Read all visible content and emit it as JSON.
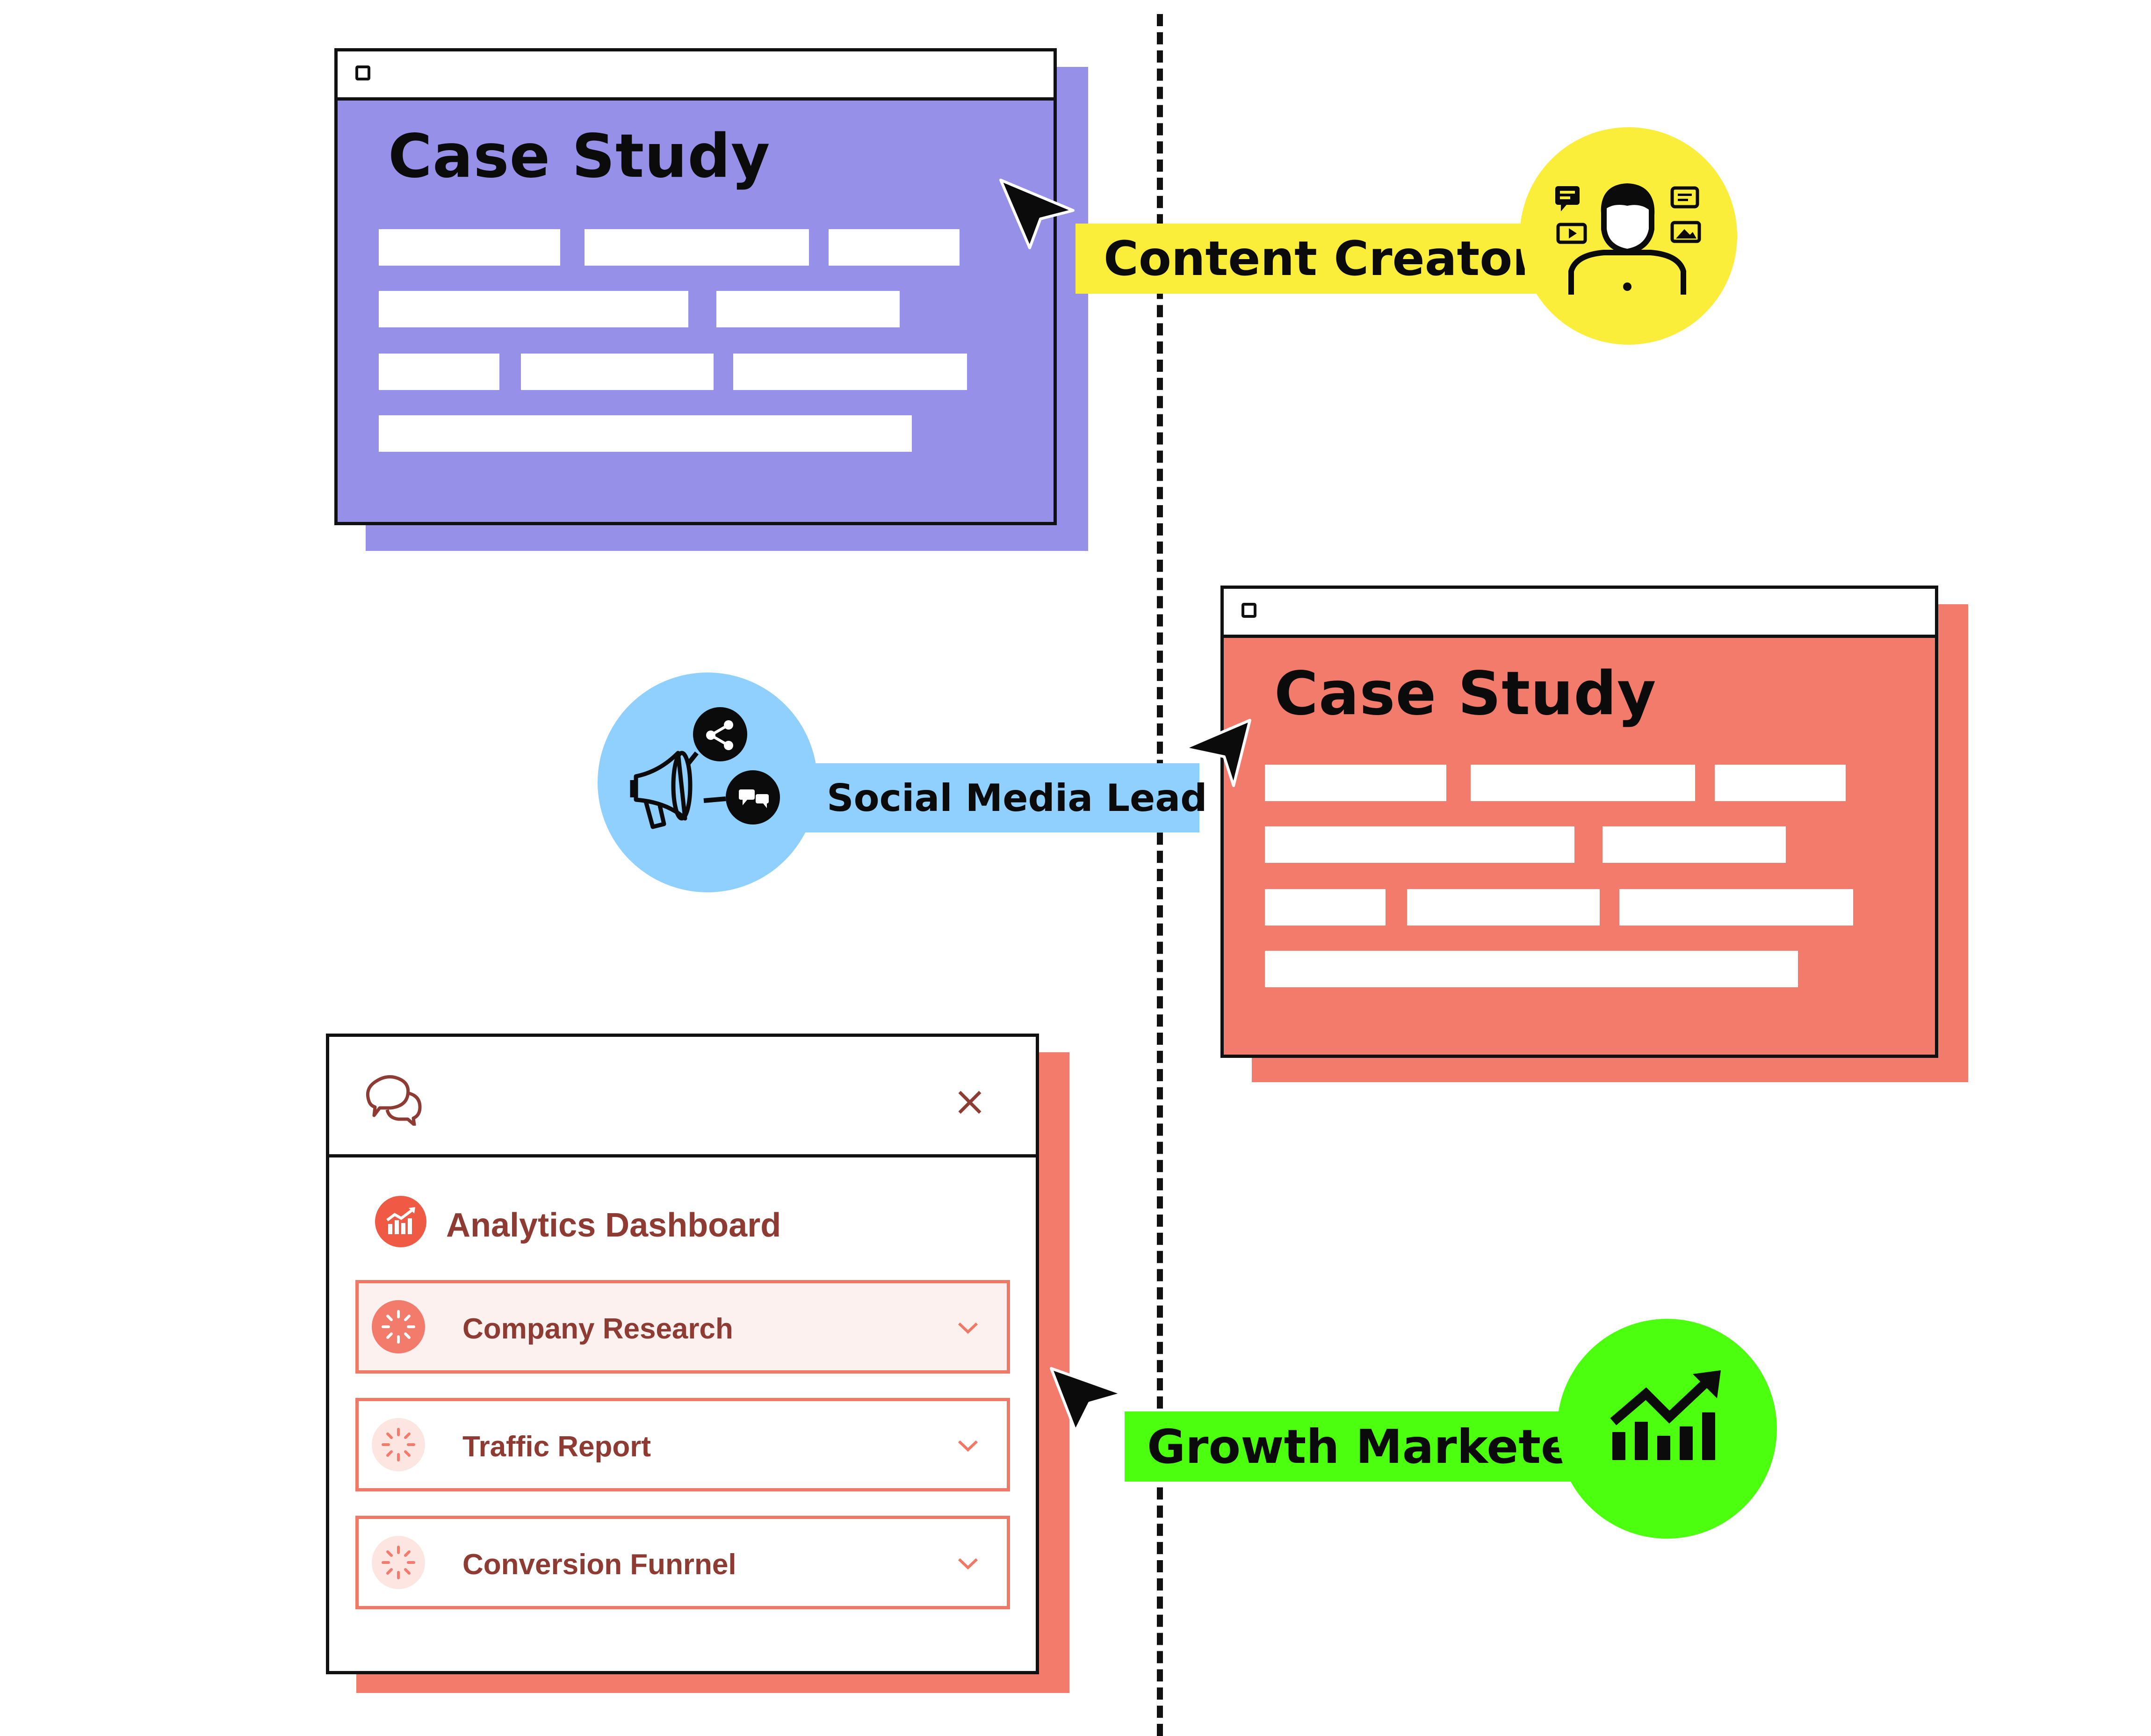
{
  "colors": {
    "purple_card": "#9690e8",
    "coral_card": "#f27b6b",
    "yellow": "#fbee3a",
    "blue": "#8fd0ff",
    "green": "#4cff0e",
    "accent_dark_red": "#8e3b33"
  },
  "cards": [
    {
      "title": "Case Study"
    },
    {
      "title": "Case Study"
    }
  ],
  "roles": {
    "content_creator": {
      "label": "Content Creator",
      "icon": "content-creator-icon"
    },
    "social_media_lead": {
      "label": "Social Media Lead",
      "icon": "megaphone-share-icon"
    },
    "growth_marketer": {
      "label": "Growth Marketer",
      "icon": "growth-chart-icon"
    }
  },
  "dashboard": {
    "logo_icon": "chat-bubbles-icon",
    "close_icon": "close-icon",
    "header_icon": "analytics-chart-icon",
    "title": "Analytics Dashboard",
    "items": [
      {
        "label": "Company Research",
        "icon": "loading-spinner-icon",
        "active": true
      },
      {
        "label": "Traffic Report",
        "icon": "loading-spinner-icon",
        "active": false
      },
      {
        "label": "Conversion Funrnel",
        "icon": "loading-spinner-icon",
        "active": false
      }
    ]
  }
}
